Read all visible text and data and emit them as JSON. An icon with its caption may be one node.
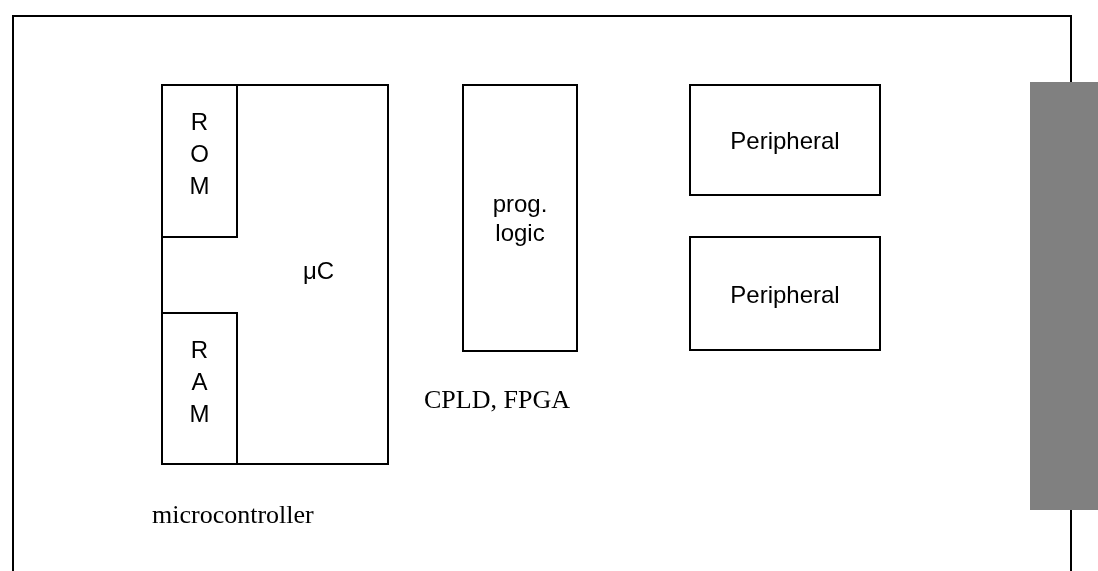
{
  "diagram": {
    "nodes": [
      {
        "text": [],
        "shape": "box"
      },
      {
        "text": [
          "μC"
        ],
        "beside": [
          "microcontroller"
        ],
        "in": 0
      },
      {
        "text": [
          "R O M"
        ],
        "in": 1
      },
      {
        "text": [
          "R A M"
        ],
        "in": 1
      },
      {
        "text": [
          "prog. logic"
        ],
        "beside": [
          "CPLD, FPGA"
        ],
        "in": 0
      },
      {
        "text": [
          "Peripheral"
        ],
        "in": 0
      },
      {
        "text": [
          "Peripheral"
        ],
        "in": 0
      },
      {
        "text": [],
        "shape": "bar"
      }
    ],
    "edges": []
  }
}
